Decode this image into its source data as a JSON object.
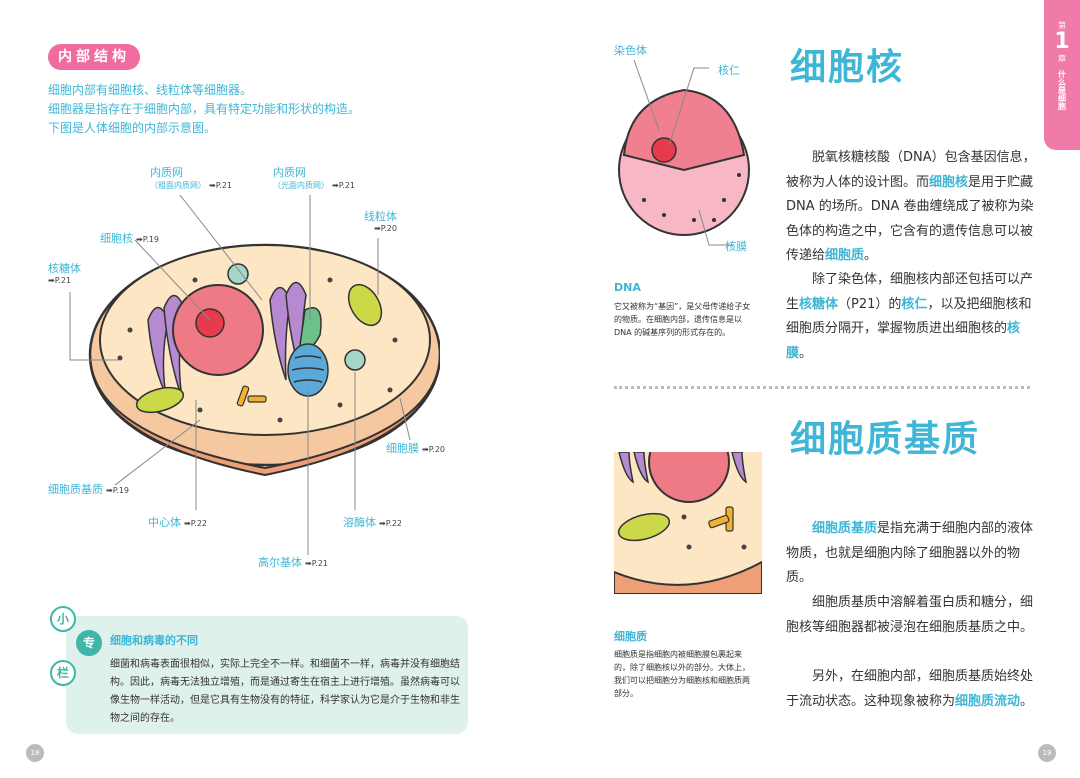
{
  "left": {
    "badge": "内部结构",
    "intro": [
      "细胞内部有细胞核、线粒体等细胞器。",
      "细胞器是指存在于细胞内部，具有特定功能和形状的构造。",
      "下图是人体细胞的内部示意图。"
    ],
    "labels": {
      "er_rough": {
        "name": "内质网",
        "sub": "（粗面内质网）",
        "ref": "➡P.21"
      },
      "er_smooth": {
        "name": "内质网",
        "sub": "（光面内质网）",
        "ref": "➡P.21"
      },
      "mito": {
        "name": "线粒体",
        "ref": "➡P.20"
      },
      "nucleus": {
        "name": "细胞核",
        "ref": "➡P.19"
      },
      "ribosome": {
        "name": "核糖体",
        "ref": "➡P.21"
      },
      "membrane": {
        "name": "细胞膜",
        "ref": "➡P.20"
      },
      "cytoplasm": {
        "name": "细胞质基质",
        "ref": "➡P.19"
      },
      "centrosome": {
        "name": "中心体",
        "ref": "➡P.22"
      },
      "lysosome": {
        "name": "溶酶体",
        "ref": "➡P.22"
      },
      "golgi": {
        "name": "高尔基体",
        "ref": "➡P.21"
      }
    },
    "column": {
      "icons": [
        "小",
        "专",
        "栏"
      ],
      "title": "细胞和病毒的不同",
      "body": "细菌和病毒表面很相似，实际上完全不一样。和细菌不一样，病毒并没有细胞结构。因此，病毒无法独立增殖，而是通过寄生在宿主上进行增殖。虽然病毒可以像生物一样活动，但是它具有生物没有的特征，科学家认为它是介于生物和非生物之间的存在。"
    },
    "page_num": "18"
  },
  "right": {
    "chapter": {
      "pre": "第",
      "num": "1",
      "post": "章",
      "title": "什么是细胞"
    },
    "nucleus_fig": {
      "chromosome": "染色体",
      "nucleolus": "核仁",
      "envelope": "核膜"
    },
    "nucleus_heading": "细胞核",
    "nucleus_p1": {
      "t1": "脱氧核糖核酸（DNA）包含基因信息，被称为人体的设计图。而",
      "h1": "细胞核",
      "t2": "是用于贮藏 DNA 的场所。DNA 卷曲缠绕成了被称为染色体的构造之中，它含有的遗传信息可以被传递给",
      "h2": "细胞质",
      "t3": "。"
    },
    "nucleus_p2": {
      "t1": "除了染色体，细胞核内部还包括可以产生",
      "h1": "核糖体",
      "t2": "（P21）的",
      "h2": "核仁",
      "t3": "，以及把细胞核和细胞质分隔开，掌握物质进出细胞核的",
      "h3": "核膜",
      "t4": "。"
    },
    "dna": {
      "title": "DNA",
      "text": "它又被称为“基因”，是父母传递给子女的物质。在细胞内部，遗传信息是以 DNA 的碱基序列的形式存在的。"
    },
    "cyto_heading": "细胞质基质",
    "cyto_p1": {
      "h1": "细胞质基质",
      "t1": "是指充满于细胞内部的液体物质，也就是细胞内除了细胞器以外的物质。"
    },
    "cyto_p2": "细胞质基质中溶解着蛋白质和糖分，细胞核等细胞器都被浸泡在细胞质基质之中。",
    "cyto_p3": {
      "t1": "另外，在细胞内部，细胞质基质始终处于流动状态。这种现象被称为",
      "h1": "细胞质流动",
      "t2": "。"
    },
    "cyto_side": {
      "title": "细胞质",
      "text": "细胞质是指细胞内被细胞膜包裹起来的，除了细胞核以外的部分。大体上，我们可以把细胞分为细胞核和细胞质两部分。"
    },
    "page_num": "19"
  },
  "colors": {
    "accent": "#3fb6d6",
    "pink": "#f06ba0",
    "column_bg": "#dff1ec"
  }
}
